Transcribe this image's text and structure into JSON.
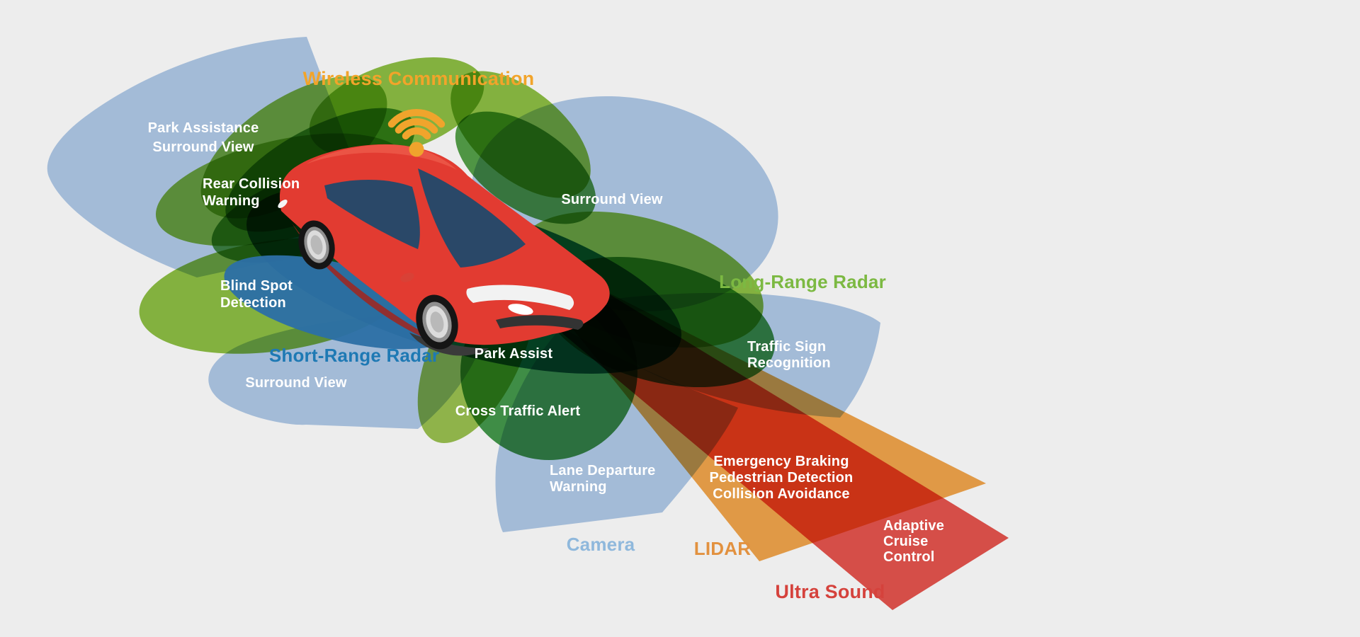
{
  "colors": {
    "background": "#ededed",
    "blue": "#afc9e8",
    "green_light": "#8dbf44",
    "green_lighter": "#9ac14f",
    "green_mid": "#55a049",
    "green_dark": "#44984b",
    "teal": "#0e7179",
    "steel_blue": "#2d6fa5",
    "orange_beam": "#f0a041",
    "red_beam": "#e2413a",
    "car_red": "#e23b31",
    "label_white": "#ffffff",
    "label_orange": "#f2a42a",
    "label_green": "#7cb942",
    "label_blue_dark": "#1e79b4",
    "label_blue_light": "#8fb8dc",
    "label_orange_dark": "#e2913f",
    "label_red": "#d5423c"
  },
  "icons": {
    "wireless_communication": "wifi"
  },
  "labels": {
    "wireless_communication": "Wireless Communication",
    "park_assistance": {
      "line1": "Park Assistance",
      "line2": "Surround View"
    },
    "rear_collision": {
      "line1": "Rear Collision",
      "line2": "Warning"
    },
    "surround_view_right": "Surround View",
    "long_range_radar": "Long-Range Radar",
    "blind_spot": {
      "line1": "Blind Spot",
      "line2": "Detection"
    },
    "short_range_radar": "Short-Range Radar",
    "surround_view_left": "Surround View",
    "park_assist": "Park Assist",
    "traffic_sign": {
      "line1": "Traffic Sign",
      "line2": "Recognition"
    },
    "cross_traffic_alert": "Cross Traffic Alert",
    "lane_departure": {
      "line1": "Lane Departure",
      "line2": "Warning"
    },
    "emergency": {
      "line1": "Emergency Braking",
      "line2": "Pedestrian Detection",
      "line3": "Collision Avoidance"
    },
    "camera": "Camera",
    "lidar": "LIDAR",
    "adaptive_cruise": {
      "line1": "Adaptive",
      "line2": "Cruise",
      "line3": "Control"
    },
    "ultra_sound": "Ultra Sound"
  }
}
